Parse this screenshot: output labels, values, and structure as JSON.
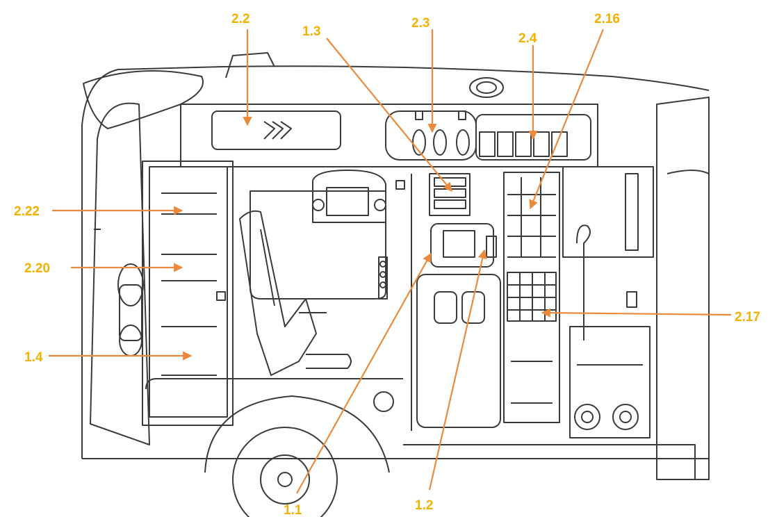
{
  "colors": {
    "callout_text": "#f4b100",
    "leader_line": "#ec8a3c",
    "drawing_stroke": "#3a3a3a",
    "background": "#ffffff"
  },
  "callouts": [
    {
      "id": "2.2",
      "label": "2.2"
    },
    {
      "id": "1.3",
      "label": "1.3"
    },
    {
      "id": "2.3",
      "label": "2.3"
    },
    {
      "id": "2.4",
      "label": "2.4"
    },
    {
      "id": "2.16",
      "label": "2.16"
    },
    {
      "id": "2.22",
      "label": "2.22"
    },
    {
      "id": "2.20",
      "label": "2.20"
    },
    {
      "id": "1.4",
      "label": "1.4"
    },
    {
      "id": "2.17",
      "label": "2.17"
    },
    {
      "id": "1.1",
      "label": "1.1"
    },
    {
      "id": "1.2",
      "label": "1.2"
    }
  ]
}
